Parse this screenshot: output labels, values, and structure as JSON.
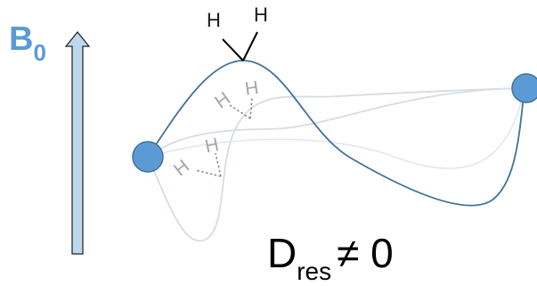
{
  "field": {
    "label_main": "B",
    "label_sub": "0"
  },
  "atoms": {
    "hydrogen": "H"
  },
  "equation": {
    "main": "D",
    "sub": "res",
    "relation": "≠ 0"
  },
  "colors": {
    "field_arrow_fill": "#bdd7ee",
    "field_arrow_stroke": "#1f1f1f",
    "label_blue": "#5b9bd5",
    "curve_dark": "#41719c",
    "curve_faint": "#d6dce5",
    "end_sphere": "#5b9bd5",
    "end_sphere_stroke": "#41719c"
  }
}
